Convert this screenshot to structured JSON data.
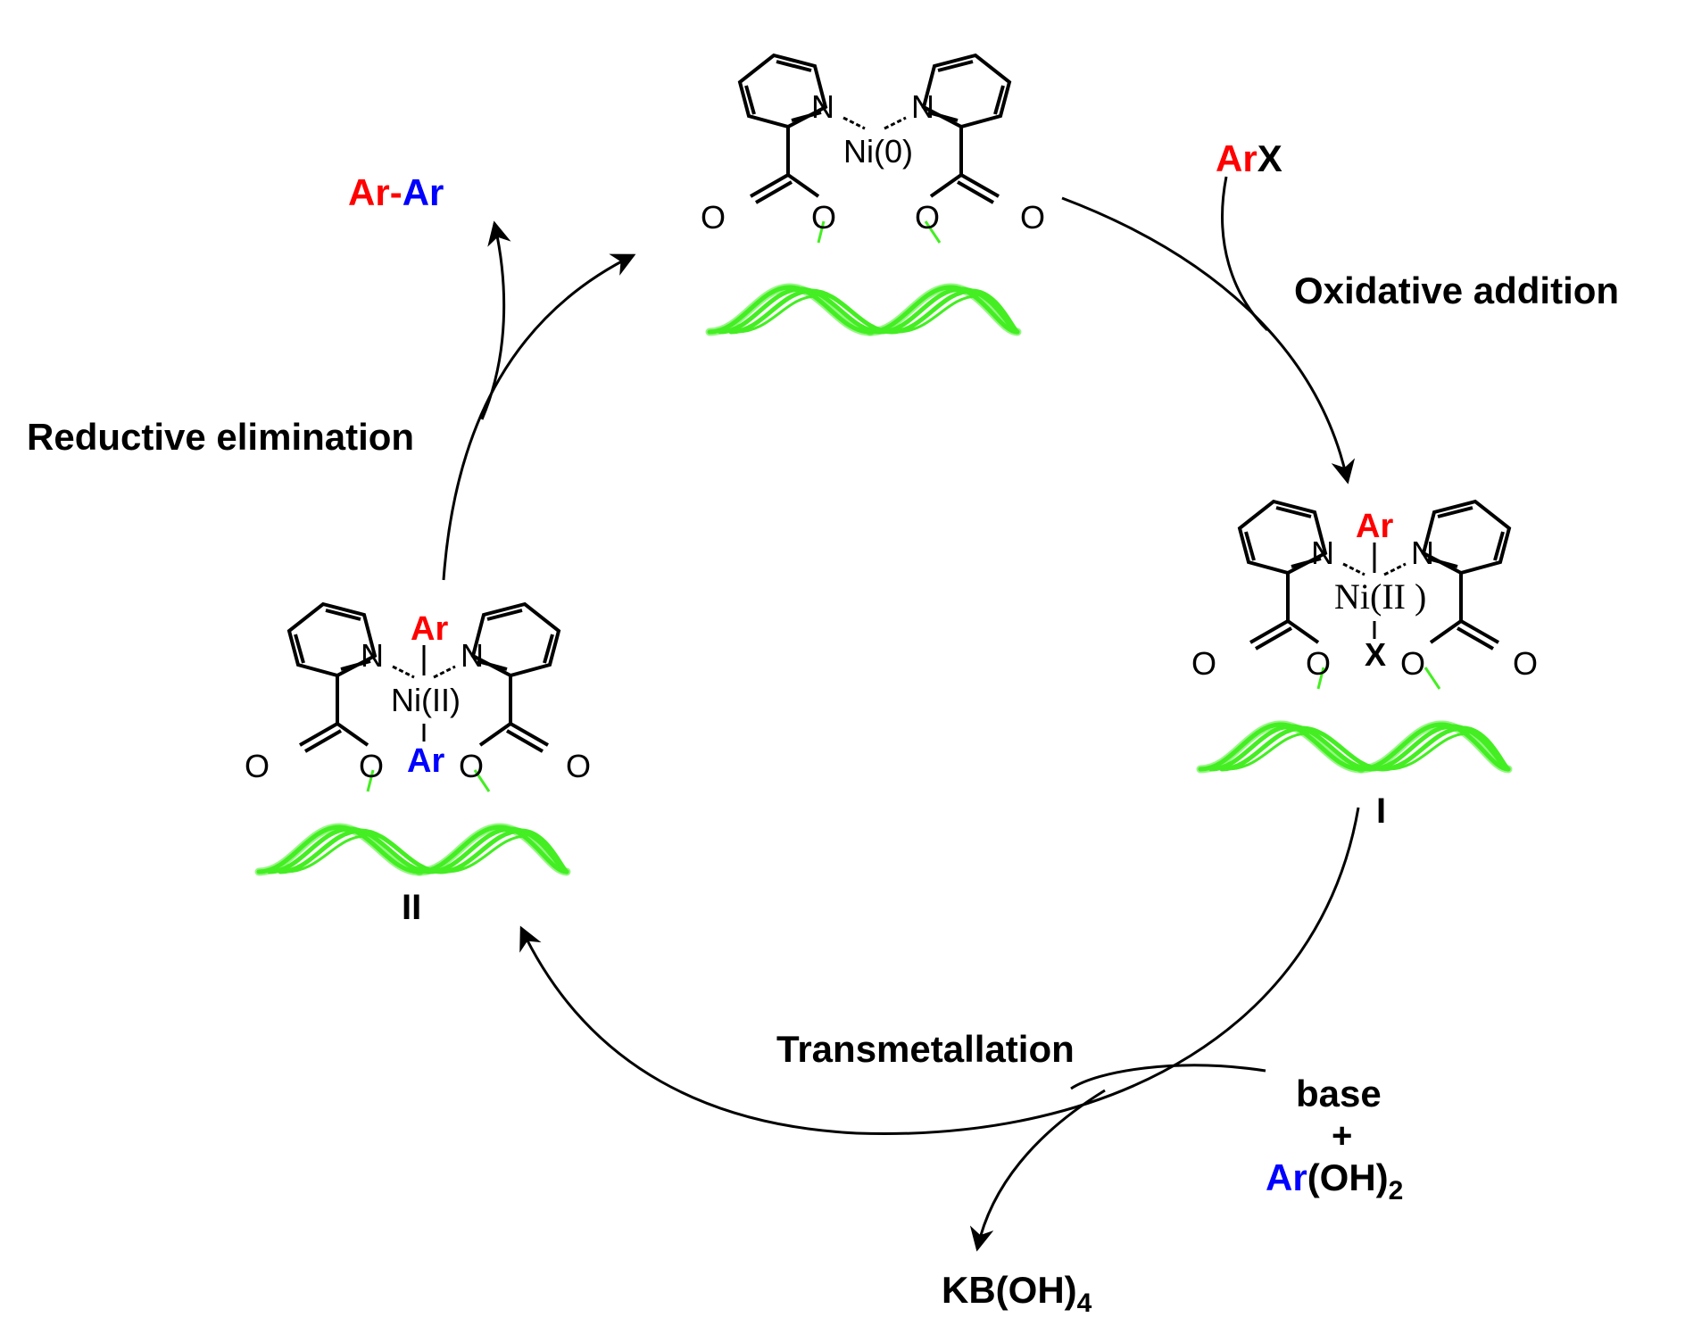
{
  "colors": {
    "black": "#000000",
    "red": "#ff0000",
    "blue": "#0000ff",
    "dna_green": "#44ee22"
  },
  "steps": {
    "oxidative_addition": "Oxidative addition",
    "reductive_elimination": "Reductive elimination",
    "transmetallation": "Transmetallation"
  },
  "reagents": {
    "arx_ar": "Ar",
    "arx_x": "X",
    "product_ar1": "Ar",
    "product_dash": "-",
    "product_ar2": "Ar",
    "base": "base",
    "plus": "+",
    "boronic_ar": "Ar",
    "boronic_oh": "(OH)",
    "boronic_sub": "2",
    "byproduct_main": "KB(OH)",
    "byproduct_sub": "4"
  },
  "complexes": {
    "top": {
      "metal": "Ni(0)",
      "n_left": "N",
      "n_right": "N",
      "o_carbonyl": "O",
      "o_ester": "O"
    },
    "right": {
      "metal": "Ni(II )",
      "axial_top": "Ar",
      "axial_bottom": "X",
      "n_left": "N",
      "n_right": "N",
      "o_carbonyl": "O",
      "o_ester": "O",
      "label": "I"
    },
    "left": {
      "metal": "Ni(II)",
      "axial_top": "Ar",
      "axial_bottom": "Ar",
      "n_left": "N",
      "n_right": "N",
      "o_carbonyl": "O",
      "o_ester": "O",
      "label": "II"
    }
  }
}
